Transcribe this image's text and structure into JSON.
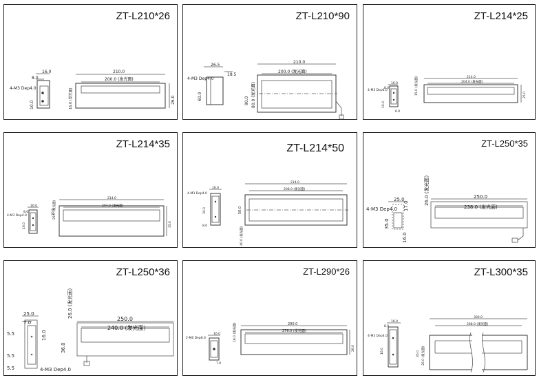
{
  "panels": [
    {
      "model": "ZT-L210*26",
      "labels": {
        "a": "16.0",
        "b": "8.0",
        "c": "4-M3  Dep4.0",
        "d": "10.0",
        "e": "210.0",
        "f": "200.0 (发光面)",
        "g": "16.0 (发光面)",
        "h": "26.0"
      }
    },
    {
      "model": "ZT-L210*90",
      "labels": {
        "a": "26.5",
        "b": "4-M3  Dep4.0",
        "c": "18.5",
        "d": "60.0",
        "e": "210.0",
        "f": "200.0 (发光面)",
        "g": "90.0",
        "h": "80.0 (发光面)"
      }
    },
    {
      "model": "ZT-L214*25",
      "labels": {
        "a": "4-M3 Dep4.0",
        "b": "16.0",
        "c": "8.0",
        "d": "10.0",
        "e": "6.0",
        "f": "214.0",
        "g": "204.0 (发光面)",
        "h": "15.0 (发光面)",
        "i": "25.0"
      }
    },
    {
      "model": "ZT-L214*35",
      "labels": {
        "a": "16.0",
        "b": "8.0",
        "c": "4-M3 Dep4.0",
        "d": "16.0",
        "e": "20.0",
        "f": "214.0",
        "g": "25.0 (发光面)",
        "h": "204.0 (发光面)",
        "i": "35.0"
      }
    },
    {
      "model": "ZT-L214*50",
      "labels": {
        "a": "4-M3 Dep4.0",
        "b": "16.0",
        "c": "30.0",
        "d": "8.0",
        "e": "214.0",
        "f": "208.0 (发光面)",
        "g": "50.0",
        "h": "40.0 (发光面)"
      }
    },
    {
      "model": "ZT-L250*35",
      "labels": {
        "a": "25.0",
        "b": "4-M3 Dep4.0",
        "c": "17.0",
        "d": "35.0",
        "e": "16.0",
        "f": "250.0",
        "g": "238.0 (发光面)",
        "h": "26.0 (发光面)"
      }
    },
    {
      "model": "ZT-L250*36",
      "labels": {
        "a": "25.0",
        "b": "7.0",
        "c": "5.5",
        "d": "16.0",
        "e": "5.5",
        "f": "5.5",
        "g": "4-M3  Dep4.0",
        "h": "36.0",
        "i": "250.0",
        "j": "240.0 (发光面)",
        "k": "26.0 (发光面)"
      }
    },
    {
      "model": "ZT-L290*26",
      "labels": {
        "a": "2-M6 Dep6.0",
        "b": "16.0",
        "c": "7.0",
        "d": "290.0",
        "e": "276.0 (发光面)",
        "f": "16.0 (发光面)",
        "g": "26.0"
      }
    },
    {
      "model": "ZT-L300*35",
      "labels": {
        "a": "16.0",
        "b": "8.0",
        "c": "4-M3 Dep4.0",
        "d": "16.0",
        "e": "300.0",
        "f": "288.0 (发光面)",
        "g": "26.0 (发光面)",
        "h": "35.0"
      }
    }
  ]
}
